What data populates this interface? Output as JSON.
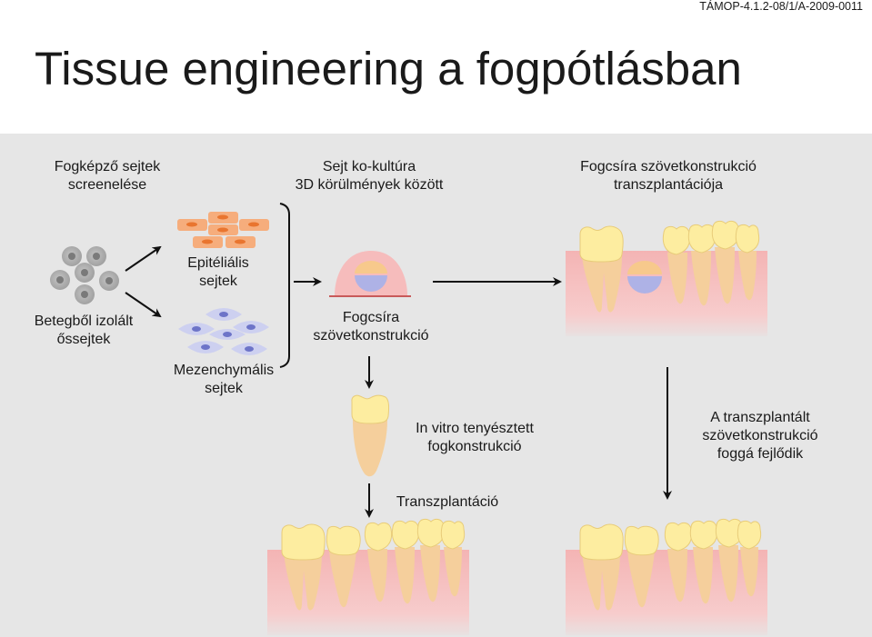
{
  "header": {
    "project_code": "TÁMOP-4.1.2-08/1/A-2009-0011",
    "title": "Tissue engineering a fogpótlásban"
  },
  "steps": {
    "screening": {
      "line1": "Fogképző sejtek",
      "line2": "screenelése"
    },
    "coculture": {
      "line1": "Sejt ko-kultúra",
      "line2": "3D körülmények között"
    },
    "transplant_construct": {
      "line1": "Fogcsíra szövetkonstrukció",
      "line2": "transzplantációja"
    }
  },
  "labels": {
    "patient_stem_cells": {
      "line1": "Betegből izolált",
      "line2": "őssejtek"
    },
    "epithelial_cells": {
      "line1": "Epitéliális",
      "line2": "sejtek"
    },
    "mesenchymal_cells": {
      "line1": "Mezenchymális",
      "line2": "sejtek"
    },
    "tooth_germ_construct": {
      "line1": "Fogcsíra",
      "line2": "szövetkonstrukció"
    },
    "in_vitro_tooth": {
      "line1": "In vitro tenyésztett",
      "line2": "fogkonstrukció"
    },
    "transplantation": "Transzplantáció",
    "develops_into_tooth": {
      "line1": "A transzplantált",
      "line2": "szövetkonstrukció",
      "line3": "foggá fejlődik"
    }
  },
  "colors": {
    "panel": "#e6e6e6",
    "gum": "#f4b6b6",
    "tooth_crown": "#fdeda0",
    "tooth_root": "#f5cf9c",
    "dome": "#f6bcbc",
    "epithelial": "#f6ad7c",
    "mesenchymal": "#cdd0f0",
    "germ_epithelium": "#f7c98c",
    "germ_mesenchyme": "#aeb2e6"
  }
}
